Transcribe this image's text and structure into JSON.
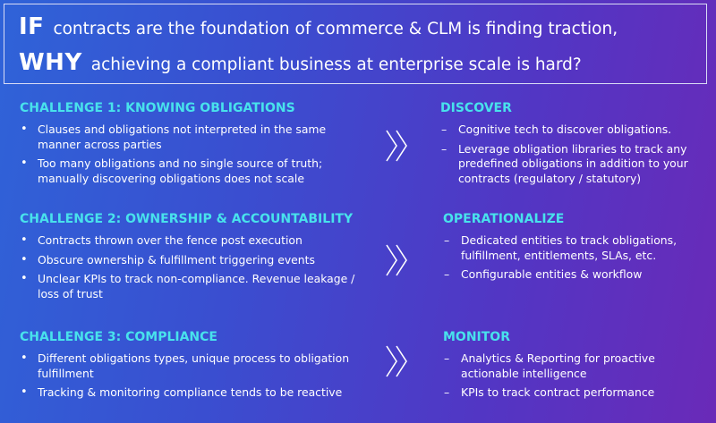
{
  "header": {
    "line1_keyword": "IF",
    "line1_text": "contracts are the foundation of commerce & CLM is finding traction,",
    "line2_keyword": "WHY",
    "line2_text": "achieving a compliant business at enterprise scale is hard?"
  },
  "challenges": [
    {
      "title": "CHALLENGE 1: KNOWING OBLIGATIONS",
      "items": [
        "Clauses and obligations not interpreted in the same manner across parties",
        "Too many obligations and no single source of truth; manually discovering obligations does not scale"
      ]
    },
    {
      "title": "CHALLENGE 2: OWNERSHIP & ACCOUNTABILITY",
      "items": [
        "Contracts thrown over the fence post execution",
        "Obscure ownership & fulfillment triggering events",
        "Unclear KPIs to track non-compliance. Revenue leakage / loss of trust"
      ]
    },
    {
      "title": "CHALLENGE 3: COMPLIANCE",
      "items": [
        "Different obligations types, unique process to obligation fulfillment",
        "Tracking & monitoring compliance tends to be reactive"
      ]
    }
  ],
  "solutions": [
    {
      "title": "DISCOVER",
      "items": [
        "Cognitive tech to discover obligations.",
        "Leverage obligation libraries to track any predefined obligations in addition to your contracts (regulatory / statutory)"
      ]
    },
    {
      "title": "OPERATIONALIZE",
      "items": [
        "Dedicated entities to track obligations, fulfillment, entitlements, SLAs, etc.",
        "Configurable entities & workflow"
      ]
    },
    {
      "title": "MONITOR",
      "items": [
        "Analytics & Reporting for proactive actionable intelligence",
        "KPIs to track contract performance"
      ]
    }
  ],
  "colors": {
    "title_accent": "#48e2ec",
    "text": "#ffffff",
    "header_border": "#d9dcf5"
  },
  "icons": [
    "double-chevron-right-icon"
  ]
}
